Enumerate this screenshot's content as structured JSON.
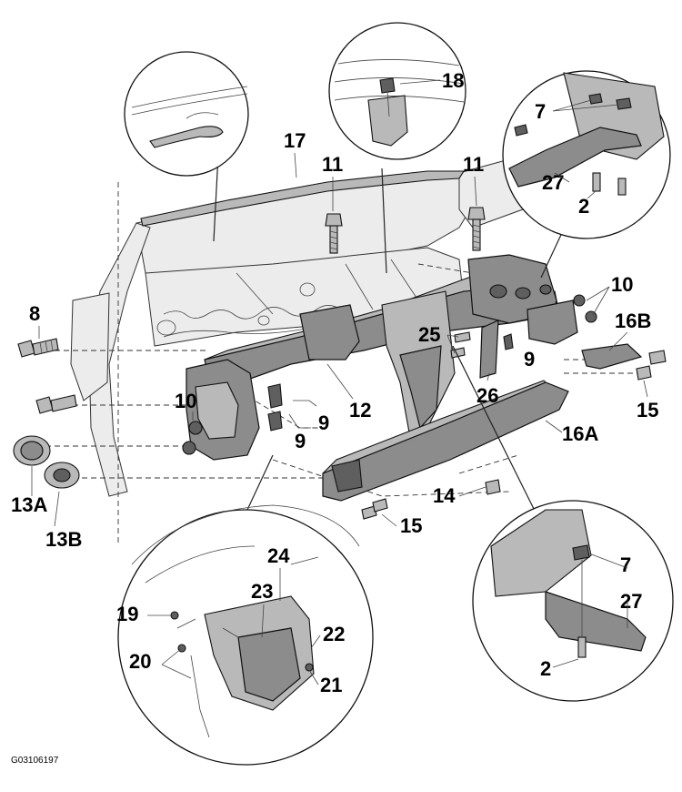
{
  "figure_id": "G03106197",
  "callouts": {
    "c2a": "2",
    "c2b": "2",
    "c7a": "7",
    "c7b": "7",
    "c8": "8",
    "c9a": "9",
    "c9b": "9",
    "c9c": "9",
    "c10a": "10",
    "c10b": "10",
    "c11a": "11",
    "c11b": "11",
    "c12": "12",
    "c13A": "13A",
    "c13B": "13B",
    "c14": "14",
    "c15a": "15",
    "c15b": "15",
    "c16A": "16A",
    "c16B": "16B",
    "c17": "17",
    "c18": "18",
    "c19": "19",
    "c20": "20",
    "c21": "21",
    "c22": "22",
    "c23": "23",
    "c24": "24",
    "c25": "25",
    "c26": "26",
    "c27a": "27",
    "c27b": "27"
  }
}
